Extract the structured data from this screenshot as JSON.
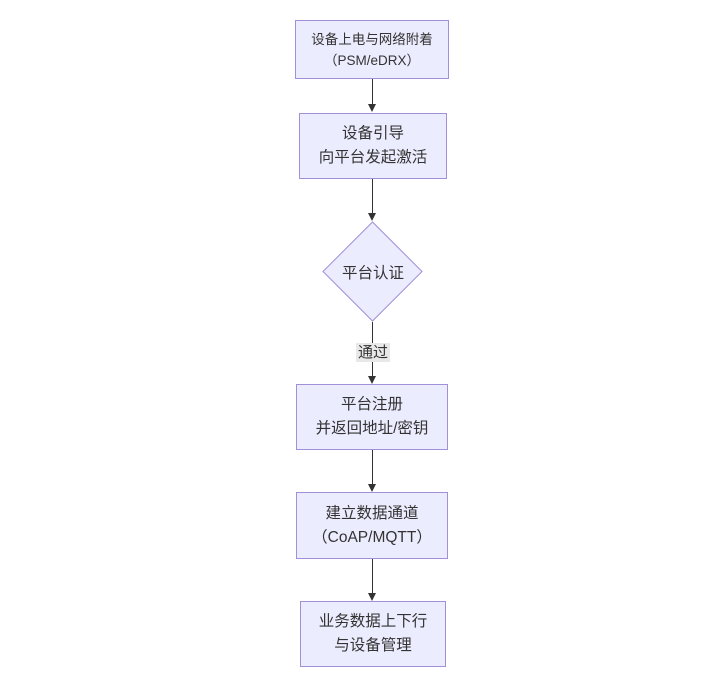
{
  "diagram": {
    "nodes": {
      "power_attach": {
        "line1": "设备上电与网络附着",
        "line2": "（PSM/eDRX）"
      },
      "bootstrap": {
        "line1": "设备引导",
        "line2": "向平台发起激活"
      },
      "platform_auth": {
        "label": "平台认证"
      },
      "register": {
        "line1": "平台注册",
        "line2": "并返回地址/密钥"
      },
      "data_channel": {
        "line1": "建立数据通道",
        "line2": "（CoAP/MQTT）"
      },
      "business": {
        "line1": "业务数据上下行",
        "line2": "与设备管理"
      }
    },
    "edges": {
      "pass_label": "通过"
    },
    "colors": {
      "canvas_bg": "#FFFFFF",
      "node_fill": "#ECECFF",
      "node_border": "#A18FD9",
      "edge_color": "#333333",
      "edge_label_bg": "#E8E8E8",
      "text_color": "#333333"
    }
  }
}
